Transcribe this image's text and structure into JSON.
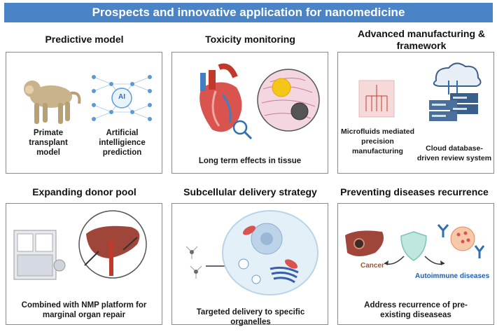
{
  "banner": {
    "title": "Prospects and innovative application for nanomedicine"
  },
  "panels": {
    "predictive": {
      "title": "Predictive model",
      "primate_caption": "Primate transplant model",
      "ai_caption": "Artificial intelligience prediction",
      "ai_node_text": "AI"
    },
    "toxicity": {
      "title": "Toxicity monitoring",
      "caption": "Long term effects  in tissue"
    },
    "manufacturing": {
      "title": "Advanced manufacturing & framework",
      "microfluid_caption": "Microfluids mediated precision manufacturing",
      "cloud_caption": "Cloud database-driven review system"
    },
    "donor": {
      "title": "Expanding donor pool",
      "caption": "Combined with NMP platform for marginal organ  repair"
    },
    "subcellular": {
      "title": "Subcellular delivery strategy",
      "caption": "Targeted delivery  to specific organelles"
    },
    "recurrence": {
      "title": "Preventing diseases recurrence",
      "cancer_label": "Cancer",
      "autoimmune_label": "Autoimmune diseases",
      "caption": "Address recurrence of pre-existing diseaseas"
    }
  },
  "colors": {
    "banner": "#4a84c6",
    "panel_border": "#8a8a8a",
    "cancer_label": "#a0522d",
    "autoimmune_label": "#1f5fb0"
  }
}
